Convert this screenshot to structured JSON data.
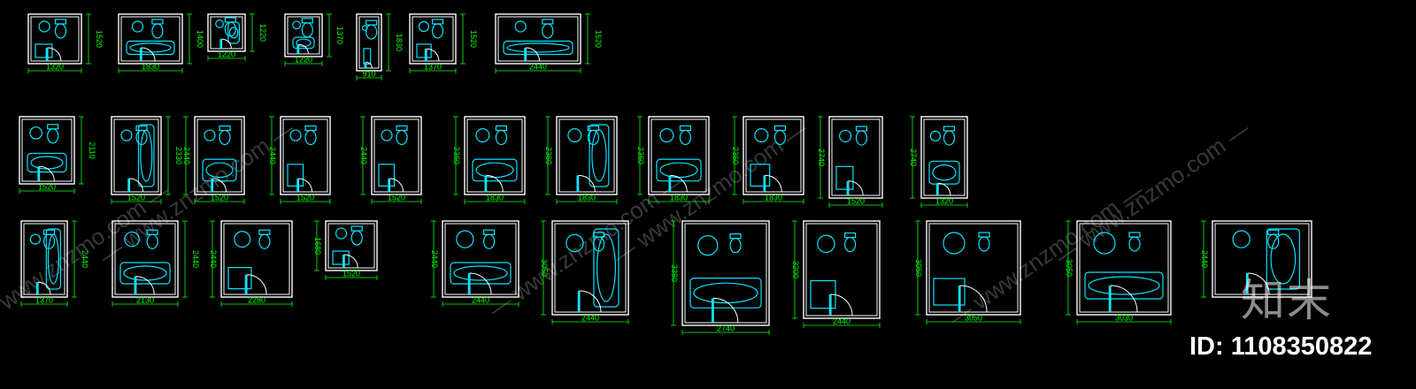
{
  "colors": {
    "wall": "#ffffff",
    "fixture": "#00e5ff",
    "dimension": "#00ff00",
    "accent": "#10d8a0"
  },
  "rows": [
    {
      "plans": [
        {
          "w": "1320",
          "h": "1520"
        },
        {
          "w": "1830",
          "h": "1400"
        },
        {
          "w": "1220",
          "h": "1220"
        },
        {
          "w": "1220",
          "h": "1370"
        },
        {
          "w": "910",
          "h": "1830"
        },
        {
          "w": "1370",
          "h": "1520"
        },
        {
          "w": "2440",
          "h": "1520"
        }
      ]
    },
    {
      "plans": [
        {
          "w": "1520",
          "h": "2110"
        },
        {
          "w": "1520",
          "h": "2330"
        },
        {
          "w": "1520",
          "h": "2440"
        },
        {
          "w": "1520",
          "h": "2440"
        },
        {
          "w": "1520",
          "h": "2440"
        },
        {
          "w": "1830",
          "h": "2360"
        },
        {
          "w": "1830",
          "h": "2360"
        },
        {
          "w": "1830",
          "h": "2360"
        },
        {
          "w": "1830",
          "h": "2360"
        },
        {
          "w": "1520",
          "h": "2740"
        },
        {
          "w": "1320",
          "h": "2740"
        }
      ]
    },
    {
      "plans": [
        {
          "w": "1370",
          "h": "2440"
        },
        {
          "w": "2130",
          "h": "2440"
        },
        {
          "w": "2280",
          "h": "2440"
        },
        {
          "w": "1520",
          "h": "1680"
        },
        {
          "w": "2440",
          "h": "2440"
        },
        {
          "w": "2440",
          "h": "3050"
        },
        {
          "w": "2740",
          "h": "3360"
        },
        {
          "w": "2440",
          "h": "3200"
        },
        {
          "w": "3050",
          "h": "3050"
        },
        {
          "w": "3030",
          "h": "3050"
        },
        {
          "w": "",
          "h": "2440"
        }
      ]
    }
  ],
  "watermark": {
    "logo": "知末",
    "id_text": "ID: 1108350822"
  }
}
